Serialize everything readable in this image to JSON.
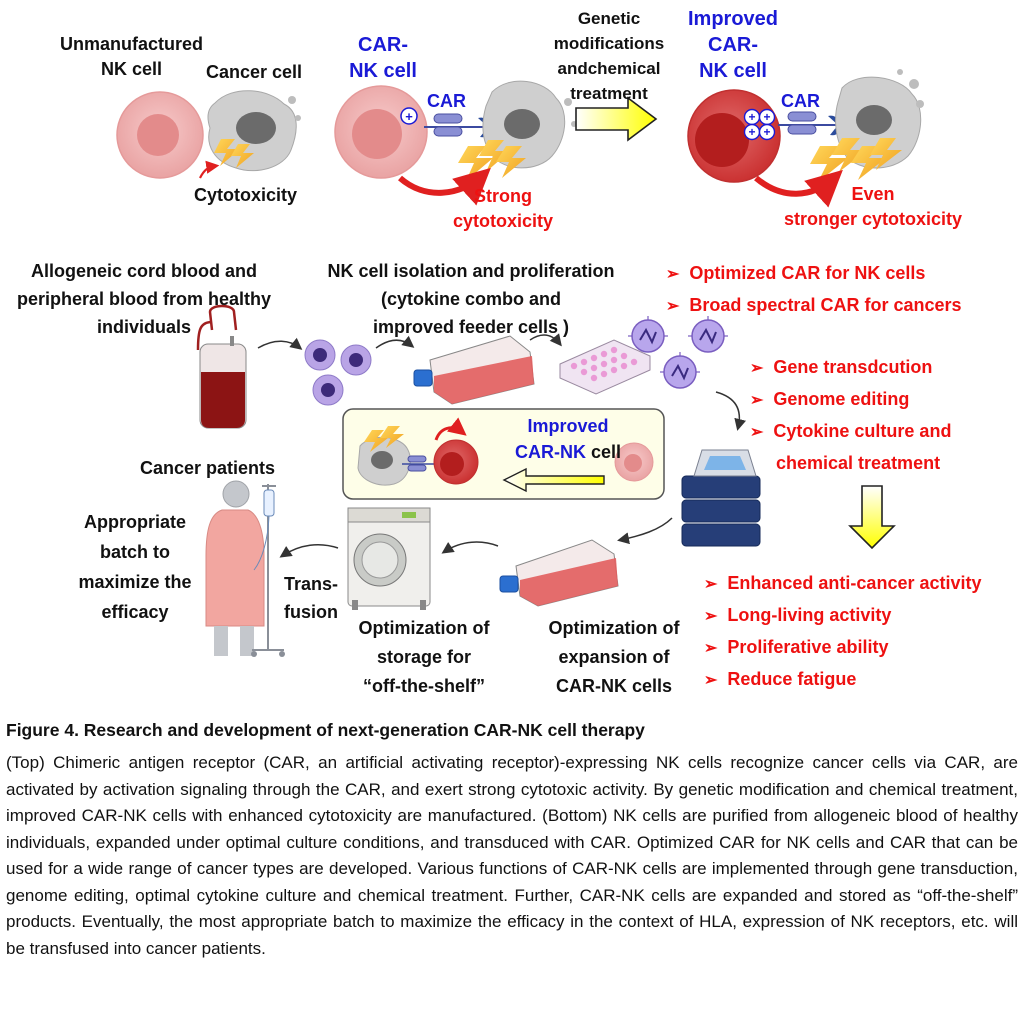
{
  "top": {
    "unmanufactured_label": [
      "Unmanufactured",
      "NK cell"
    ],
    "cancer_cell_label": "Cancer cell",
    "cytotoxicity_label": "Cytotoxicity",
    "carnk_label": [
      "CAR-",
      "NK cell"
    ],
    "car_label_1": "CAR",
    "strong_label": [
      "Strong",
      "cytotoxicity"
    ],
    "genetic_label": [
      "Genetic",
      "modifications",
      "andchemical",
      "treatment"
    ],
    "improved_label": [
      "Improved",
      "CAR-",
      "NK cell"
    ],
    "car_label_2": "CAR",
    "even_label": [
      "Even",
      "stronger cytotoxicity"
    ]
  },
  "bottom": {
    "allogeneic_label": [
      "Allogeneic cord blood and",
      "peripheral blood from healthy",
      "individuals"
    ],
    "isolation_label": [
      "NK cell isolation and proliferation",
      "(cytokine combo and",
      "improved feeder cells )"
    ],
    "car_list": [
      "Optimized CAR for NK cells",
      "Broad spectral CAR for cancers"
    ],
    "method_list": [
      "Gene transdcution",
      "Genome editing",
      "Cytokine culture and",
      "chemical treatment"
    ],
    "improved_box_label_blue": "Improved",
    "improved_box_label_blue2": "CAR-NK",
    "improved_box_label_black": "cell",
    "outcome_list": [
      "Enhanced anti-cancer activity",
      "Long-living activity",
      "Proliferative ability",
      "Reduce fatigue"
    ],
    "cancer_patients_label": "Cancer patients",
    "batch_label": [
      "Appropriate",
      "batch to",
      "maximize the",
      "efficacy"
    ],
    "transfusion_label": [
      "Trans-",
      "fusion"
    ],
    "storage_label": [
      "Optimization of",
      "storage for",
      "“off-the-shelf”"
    ],
    "expansion_label": [
      "Optimization of",
      "expansion of",
      "CAR-NK cells"
    ]
  },
  "caption": {
    "title": "Figure 4. Research and development of next-generation CAR-NK cell therapy",
    "body": "(Top) Chimeric antigen receptor (CAR, an artificial activating receptor)-expressing NK cells recognize cancer cells via CAR, are activated by activation signaling through the CAR, and exert strong cytotoxic activity. By genetic modification and chemical treatment, improved CAR-NK cells with enhanced cytotoxicity are manufactured. (Bottom) NK cells are purified from allogeneic blood of healthy individuals, expanded under optimal culture conditions, and transduced with CAR. Optimized CAR for NK cells and CAR that can be used for a wide range of cancer types are developed. Various functions of CAR-NK cells are implemented through gene transduction, genome editing, optimal cytokine culture and chemical treatment. Further, CAR-NK cells are expanded and stored as “off-the-shelf” products. Eventually, the most appropriate batch to maximize the efficacy in the context of HLA, expression of NK receptors, etc. will be transfused into cancer patients."
  },
  "colors": {
    "label_red": "#ee1111",
    "label_blue": "#1a1ad6",
    "arrow_yellow": "#ffff00",
    "nk_cell_pink": "#f2b8b8",
    "cancer_gray": "#c8c8c8"
  }
}
